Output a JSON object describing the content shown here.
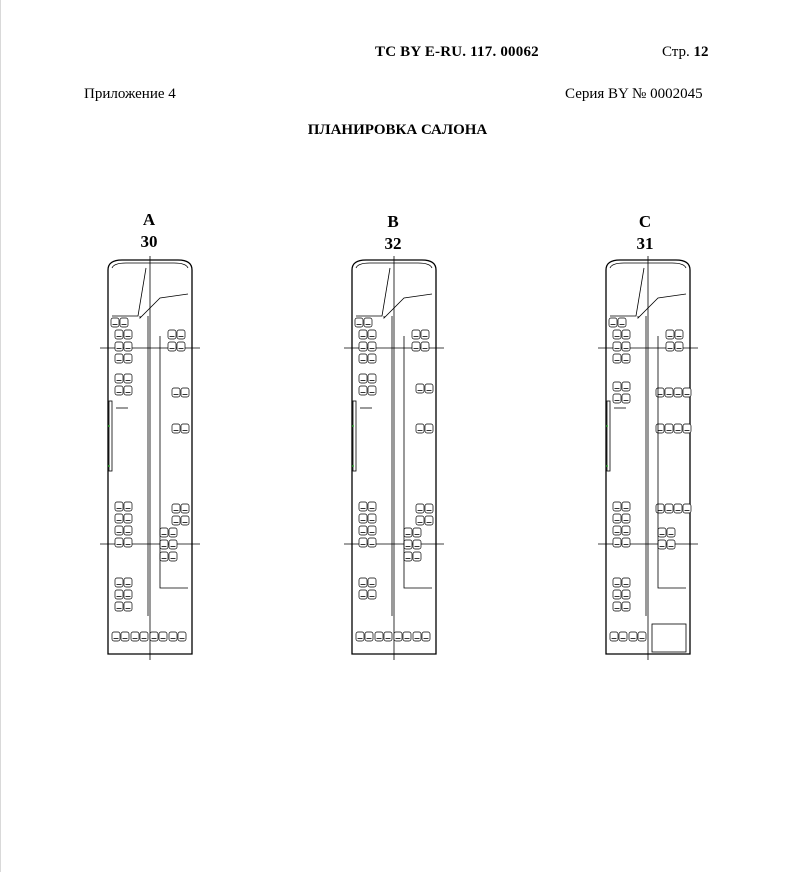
{
  "header": {
    "doc_code": "ТС BY E-RU. 117. 00062",
    "page_prefix": "Стр.",
    "page_number": "12",
    "appendix": "Приложение 4",
    "series": "Серия BY № 0002045"
  },
  "title": "ПЛАНИРОВКА САЛОНА",
  "variants": [
    {
      "letter": "A",
      "seats": "30"
    },
    {
      "letter": "B",
      "seats": "32"
    },
    {
      "letter": "C",
      "seats": "31"
    }
  ]
}
